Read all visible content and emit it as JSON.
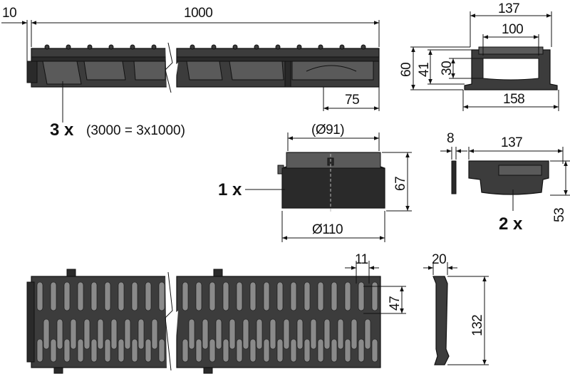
{
  "channel": {
    "dim_end": "10",
    "dim_length": "1000",
    "dim_outlet": "75",
    "quantity": "3 x",
    "quantity_note": "(3000 = 3x1000)"
  },
  "profile": {
    "dim_top_width": "137",
    "dim_inner_width": "100",
    "dim_total_height": "60",
    "dim_inner_height": "41",
    "dim_rim_height": "30",
    "dim_base_width": "158"
  },
  "outlet": {
    "dim_top_diameter": "(Ø91)",
    "dim_height": "67",
    "dim_diameter": "Ø110",
    "quantity": "1 x"
  },
  "end_cap": {
    "dim_thickness": "8",
    "dim_width": "137",
    "dim_height": "53",
    "quantity": "2 x"
  },
  "grate": {
    "dim_slot_width": "11",
    "dim_slot_length": "47",
    "dim_width": "20",
    "dim_height": "132"
  },
  "colors": {
    "line": "#111111",
    "part": "#3c3c3c",
    "slot": "#8a8a8a"
  }
}
